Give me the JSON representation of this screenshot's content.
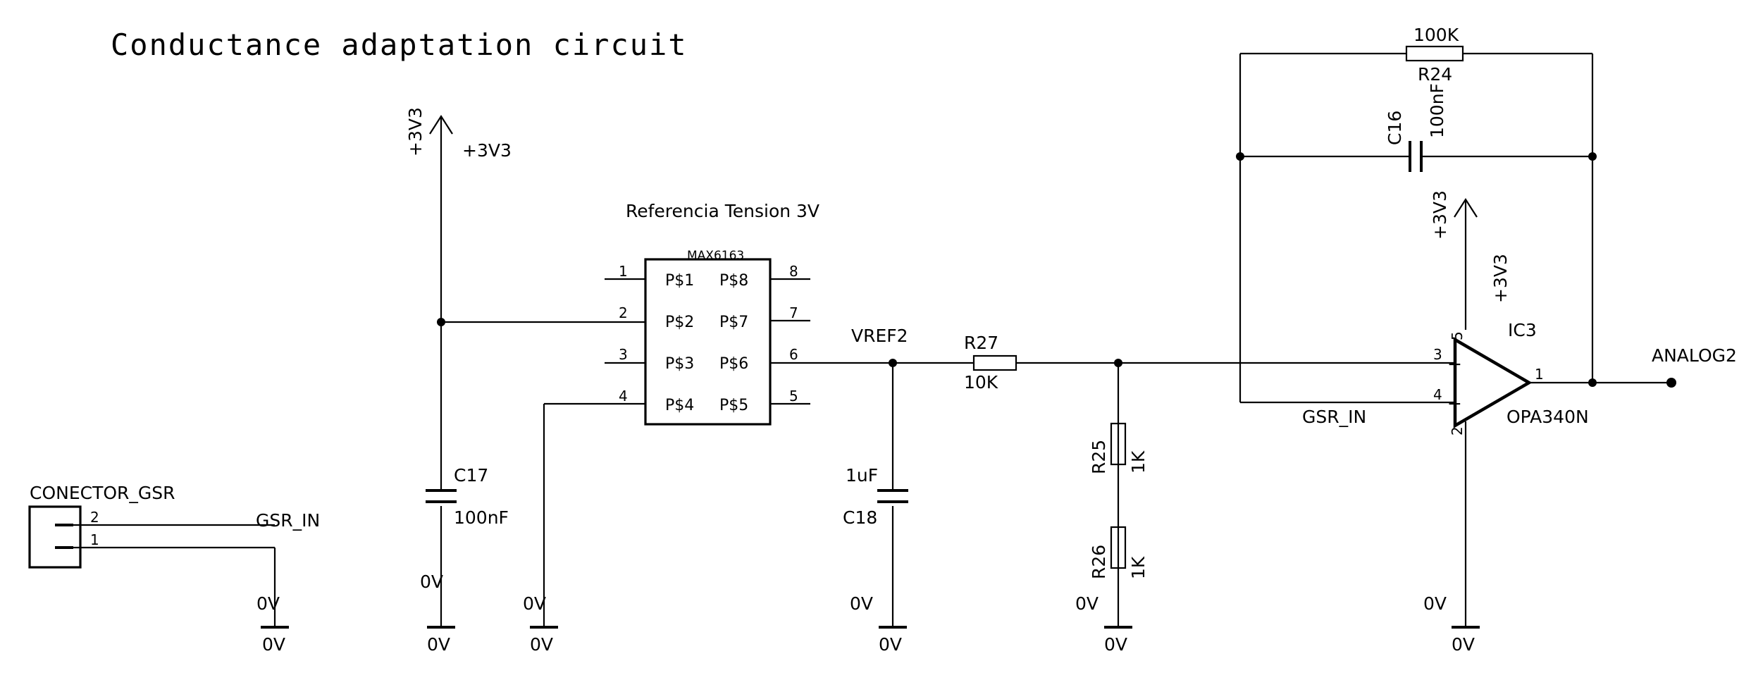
{
  "title": "Conductance adaptation circuit",
  "supplies": {
    "left_arrow_label": "+3V3",
    "left_net_label": "+3V3",
    "opamp_arrow_label": "+3V3",
    "opamp_net_label": "+3V3"
  },
  "ground_label": "0V",
  "connector": {
    "name": "CONECTOR_GSR",
    "pin_top": "2",
    "pin_bottom": "1",
    "net": "GSR_IN"
  },
  "reference": {
    "heading": "Referencia Tension 3V",
    "part": "MAX6163",
    "pins": [
      {
        "num": "1",
        "name": "P$1"
      },
      {
        "num": "2",
        "name": "P$2"
      },
      {
        "num": "3",
        "name": "P$3"
      },
      {
        "num": "4",
        "name": "P$4"
      },
      {
        "num": "8",
        "name": "P$8"
      },
      {
        "num": "7",
        "name": "P$7"
      },
      {
        "num": "6",
        "name": "P$6"
      },
      {
        "num": "5",
        "name": "P$5"
      }
    ]
  },
  "c17": {
    "name": "C17",
    "value": "100nF"
  },
  "c18": {
    "name": "C18",
    "value": "1uF"
  },
  "vref_net": "VREF2",
  "r27": {
    "name": "R27",
    "value": "10K"
  },
  "r25": {
    "name": "R25",
    "value": "1K"
  },
  "r26": {
    "name": "R26",
    "value": "1K"
  },
  "r24": {
    "name": "R24",
    "value": "100K"
  },
  "c16": {
    "name": "C16",
    "value": "100nF"
  },
  "opamp": {
    "name": "IC3",
    "part": "OPA340N",
    "pin_plus": "3",
    "pin_minus": "4",
    "pin_out": "1",
    "pin_vcc": "5",
    "pin_gnd": "2",
    "plus_sign": "+",
    "minus_sign": "−",
    "input_net": "GSR_IN"
  },
  "output_net": "ANALOG2"
}
